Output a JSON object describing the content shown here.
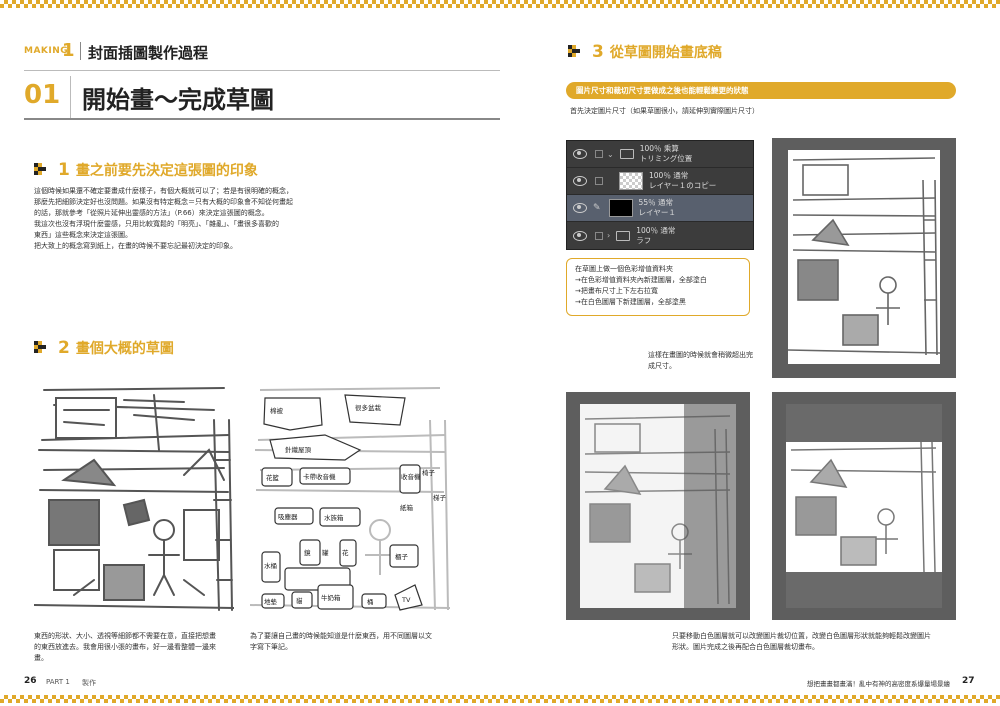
{
  "left_header": {
    "making_label": "MAKING",
    "making_num": "1",
    "title": "封面插圖製作過程",
    "chapter_num": "01",
    "chapter_title": "開始畫～完成草圖"
  },
  "section1": {
    "num": "1",
    "title": "畫之前要先決定這張圖的印象",
    "lines": [
      "這個時候如果還不確定要畫成什麼樣子，有個大概就可以了；若是有很明確的概念，",
      "那麼先把細節決定好也沒問題。如果沒有特定概念＝只有大概的印象會不知從何畫起",
      "的話，那就參考「從照片延伸出靈感的方法」（P.66）來決定這張圖的概念。",
      "我這次也沒有浮現什麼靈感，只用比較寬鬆的「明亮」、「雜亂」、「畫很多喜歡的",
      "東西」這些概念來決定這張圖。",
      "把大致上的概念寫到紙上，在畫的時候不要忘記最初決定的印象。"
    ]
  },
  "section2": {
    "num": "2",
    "title": "畫個大概的草圖",
    "caption_left": [
      "東西的形狀、大小、透視等細節都不需要在意，直接把想畫",
      "的東西放進去。我會用很小張的畫布，好一邊看整體一邊來",
      "畫。"
    ],
    "caption_right": [
      "為了要讓自己畫的時候能知道是什麼東西，用不同圖層以文",
      "字寫下筆記。"
    ],
    "sketch_labels": [
      "棉被",
      "很多盆栽",
      "針織屋頂",
      "花籃",
      "卡帶收音機",
      "紙箱",
      "收音機",
      "椅子",
      "吸塵器",
      "水族箱",
      "鏡",
      "罐",
      "花",
      "櫃子",
      "水桶",
      "地墊",
      "貓",
      "牛奶箱",
      "桶",
      "TV",
      "梯子"
    ]
  },
  "section3": {
    "num": "3",
    "title": "從草圖開始畫底稿",
    "pill": "圖片尺寸和裁切尺寸要做成之後也能輕鬆變更的狀態",
    "intro": "首先決定圖片尺寸（如果草圖很小，請延伸到實際圖片尺寸）",
    "layers": [
      {
        "line1": "100％ 乘算",
        "line2": "トリミング位置",
        "kind": "folder"
      },
      {
        "line1": "100％ 通常",
        "line2": "レイヤー１のコピー",
        "kind": "checker"
      },
      {
        "line1": "55％ 通常",
        "line2": "レイヤー１",
        "kind": "black"
      },
      {
        "line1": "100％ 通常",
        "line2": "ラフ",
        "kind": "folder"
      }
    ],
    "note_lines": [
      "在草圖上做一個色彩增值資料夾",
      "→在色彩增值資料夾內新建圖層，全部塗白",
      "→把畫布尺寸上下左右拉寬",
      "→在白色圖層下新建圖層，全部塗黑"
    ],
    "side_note": [
      "這樣在畫圖的時候就會稍微超出完",
      "成尺寸。"
    ],
    "bottom_caption": [
      "只要移動白色圖層就可以改變圖片裁切位置，改變白色圖層形狀就能夠輕鬆改變圖片",
      "形狀。圖片完成之後再配合白色圖層裁切畫布。"
    ]
  },
  "footer": {
    "left_num": "26",
    "left_part": "PART 1",
    "left_section": "製作",
    "right_book": "想把畫畫都畫滿！亂中有神的高密度系爆量場景繪",
    "right_num": "27"
  },
  "colors": {
    "accent": "#e0a92a",
    "panel": "#3c3c3c",
    "frame": "#5e5e5e"
  }
}
